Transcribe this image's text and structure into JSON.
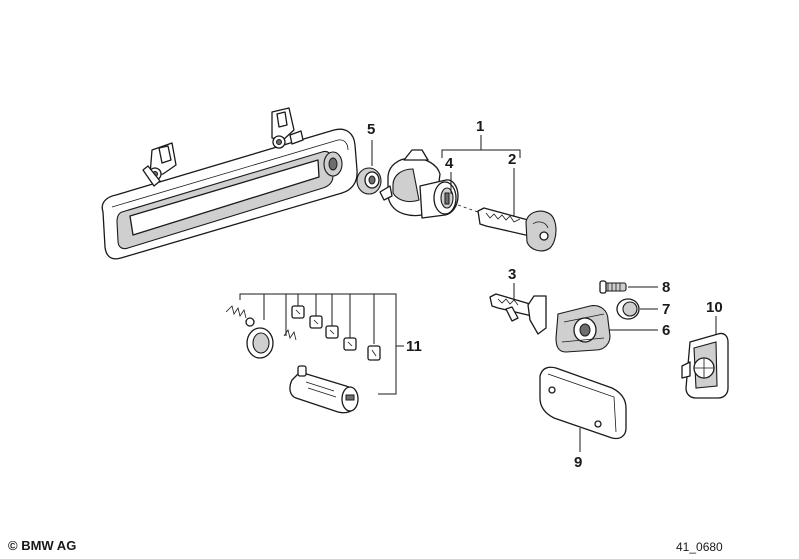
{
  "diagram": {
    "callouts": [
      "1",
      "2",
      "3",
      "4",
      "5",
      "6",
      "7",
      "8",
      "9",
      "10",
      "11"
    ]
  },
  "footer": {
    "copyright": "© BMW AG",
    "drawing_id": "41_0680"
  }
}
